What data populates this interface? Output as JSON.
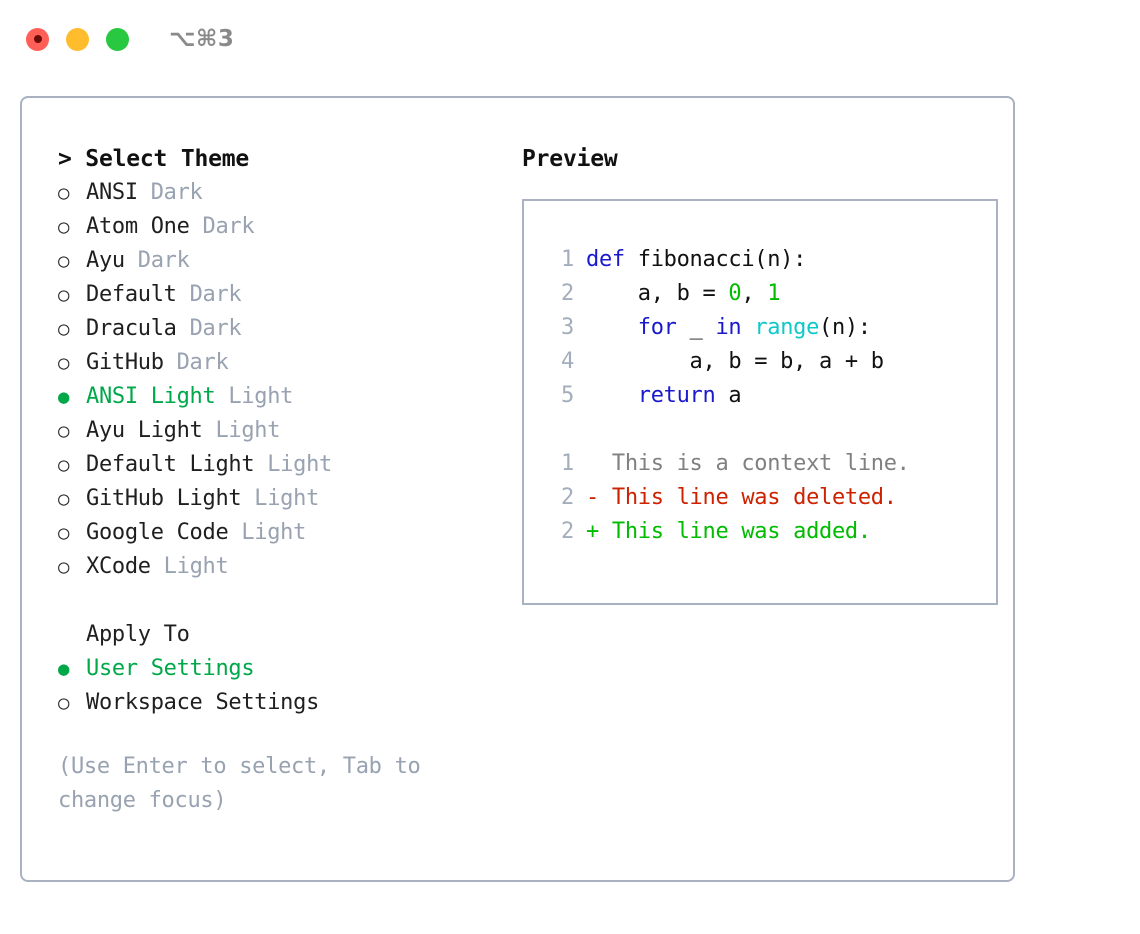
{
  "titlebar": {
    "shortcut": "⌥⌘3",
    "buttons": [
      {
        "name": "close",
        "color": "#ff5f57"
      },
      {
        "name": "minimize",
        "color": "#ffbd2e"
      },
      {
        "name": "maximize",
        "color": "#28c840"
      }
    ]
  },
  "theme_picker": {
    "heading": "> Select Theme",
    "bullet_unselected": "○",
    "bullet_selected": "●",
    "items": [
      {
        "bullet": "○",
        "label": "ANSI",
        "suffix": "Dark",
        "selected": false
      },
      {
        "bullet": "○",
        "label": "Atom One",
        "suffix": "Dark",
        "selected": false
      },
      {
        "bullet": "○",
        "label": "Ayu",
        "suffix": "Dark",
        "selected": false
      },
      {
        "bullet": "○",
        "label": "Default",
        "suffix": "Dark",
        "selected": false
      },
      {
        "bullet": "○",
        "label": "Dracula",
        "suffix": "Dark",
        "selected": false
      },
      {
        "bullet": "○",
        "label": "GitHub",
        "suffix": "Dark",
        "selected": false
      },
      {
        "bullet": "●",
        "label": "ANSI Light",
        "suffix": "Light",
        "selected": true
      },
      {
        "bullet": "○",
        "label": "Ayu Light",
        "suffix": "Light",
        "selected": false
      },
      {
        "bullet": "○",
        "label": "Default Light",
        "suffix": "Light",
        "selected": false
      },
      {
        "bullet": "○",
        "label": "GitHub Light",
        "suffix": "Light",
        "selected": false
      },
      {
        "bullet": "○",
        "label": "Google Code",
        "suffix": "Light",
        "selected": false
      },
      {
        "bullet": "○",
        "label": "XCode",
        "suffix": "Light",
        "selected": false
      }
    ]
  },
  "apply_to": {
    "heading": "Apply To",
    "items": [
      {
        "bullet": "●",
        "label": "User Settings",
        "selected": true
      },
      {
        "bullet": "○",
        "label": "Workspace Settings",
        "selected": false
      }
    ]
  },
  "hint": "(Use Enter to select, Tab to change focus)",
  "preview": {
    "heading": "Preview",
    "code": [
      {
        "lineno": "1",
        "tokens": [
          {
            "text": "def ",
            "type": "kw"
          },
          {
            "text": "fibonacci(n):",
            "type": "txt"
          }
        ]
      },
      {
        "lineno": "2",
        "tokens": [
          {
            "text": "    a, b = ",
            "type": "txt"
          },
          {
            "text": "0",
            "type": "num"
          },
          {
            "text": ", ",
            "type": "txt"
          },
          {
            "text": "1",
            "type": "num"
          }
        ]
      },
      {
        "lineno": "3",
        "tokens": [
          {
            "text": "    ",
            "type": "txt"
          },
          {
            "text": "for",
            "type": "kw"
          },
          {
            "text": " _ ",
            "type": "txt"
          },
          {
            "text": "in",
            "type": "kw"
          },
          {
            "text": " ",
            "type": "txt"
          },
          {
            "text": "range",
            "type": "fn"
          },
          {
            "text": "(n):",
            "type": "txt"
          }
        ]
      },
      {
        "lineno": "4",
        "tokens": [
          {
            "text": "        a, b = b, a + b",
            "type": "txt"
          }
        ]
      },
      {
        "lineno": "5",
        "tokens": [
          {
            "text": "    ",
            "type": "txt"
          },
          {
            "text": "return",
            "type": "kw"
          },
          {
            "text": " a",
            "type": "txt"
          }
        ]
      }
    ],
    "diff": [
      {
        "lineno": "1",
        "marker": " ",
        "text": "  This is a context line.",
        "type": "ctx"
      },
      {
        "lineno": "2",
        "marker": "-",
        "text": "- This line was deleted.",
        "type": "del"
      },
      {
        "lineno": "2",
        "marker": "+",
        "text": "+ This line was added.",
        "type": "add"
      }
    ]
  },
  "colors": {
    "accent_green": "#00a84a",
    "keyword_blue": "#1a1acc",
    "number_green": "#00bb00",
    "function_cyan": "#0fc8c8",
    "muted_gray": "#98a2b0",
    "border_gray": "#a8b2c0",
    "diff_delete_red": "#cc2200",
    "diff_add_green": "#00bb00",
    "diff_context_gray": "#808080"
  }
}
